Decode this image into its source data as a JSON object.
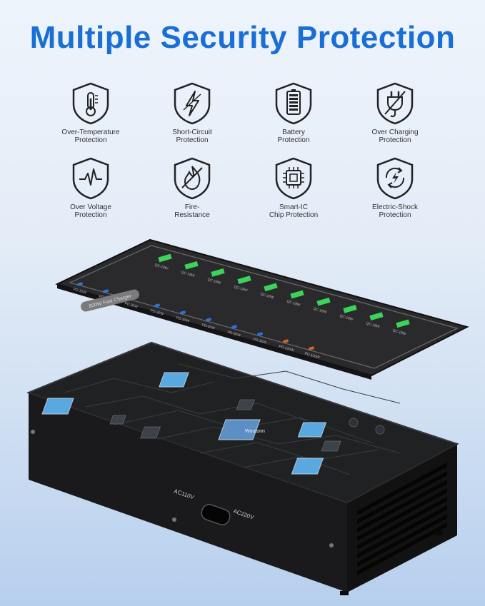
{
  "headline": "Multiple Security Protection",
  "features": [
    {
      "icon": "thermometer-icon",
      "line1": "Over-Temperature",
      "line2": "Protection"
    },
    {
      "icon": "lightning-icon",
      "line1": "Short-Circuit",
      "line2": "Protection"
    },
    {
      "icon": "battery-icon",
      "line1": "Battery",
      "line2": "Protection"
    },
    {
      "icon": "plug-crossed-icon",
      "line1": "Over Charging",
      "line2": "Protection"
    },
    {
      "icon": "voltage-wave-icon",
      "line1": "Over Voltage",
      "line2": "Protection"
    },
    {
      "icon": "flame-icon",
      "line1": "Fire-",
      "line2": "Resistance"
    },
    {
      "icon": "chip-icon",
      "line1": "Smart-IC",
      "line2": "Chip Protection"
    },
    {
      "icon": "shock-cycle-icon",
      "line1": "Electric-Shock",
      "line2": "Protection"
    }
  ],
  "device": {
    "top_label": "600W Fast Charger",
    "ports_pd": [
      "PD-30W",
      "PD-30W",
      "PD-30W",
      "PD-30W",
      "PD-30W",
      "PD-30W",
      "PD-30W",
      "PD-30W",
      "PD-100W",
      "PD-100W"
    ],
    "ports_qc": [
      "QC-18W",
      "QC-18W",
      "QC-18W",
      "QC-18W",
      "QC-18W",
      "QC-18W",
      "QC-18W",
      "QC-18W",
      "QC-18W",
      "QC-18W"
    ],
    "label_ac110": "AC110V",
    "label_ac220": "AC220V",
    "chip_brand": "Wootonn"
  },
  "colors": {
    "accent": "#1a6fd6",
    "case": "#1c1c1e",
    "panel": "#2a2a2c",
    "port_green": "#3bd35a",
    "port_blue": "#2a74d6",
    "port_orange": "#d4622a"
  }
}
